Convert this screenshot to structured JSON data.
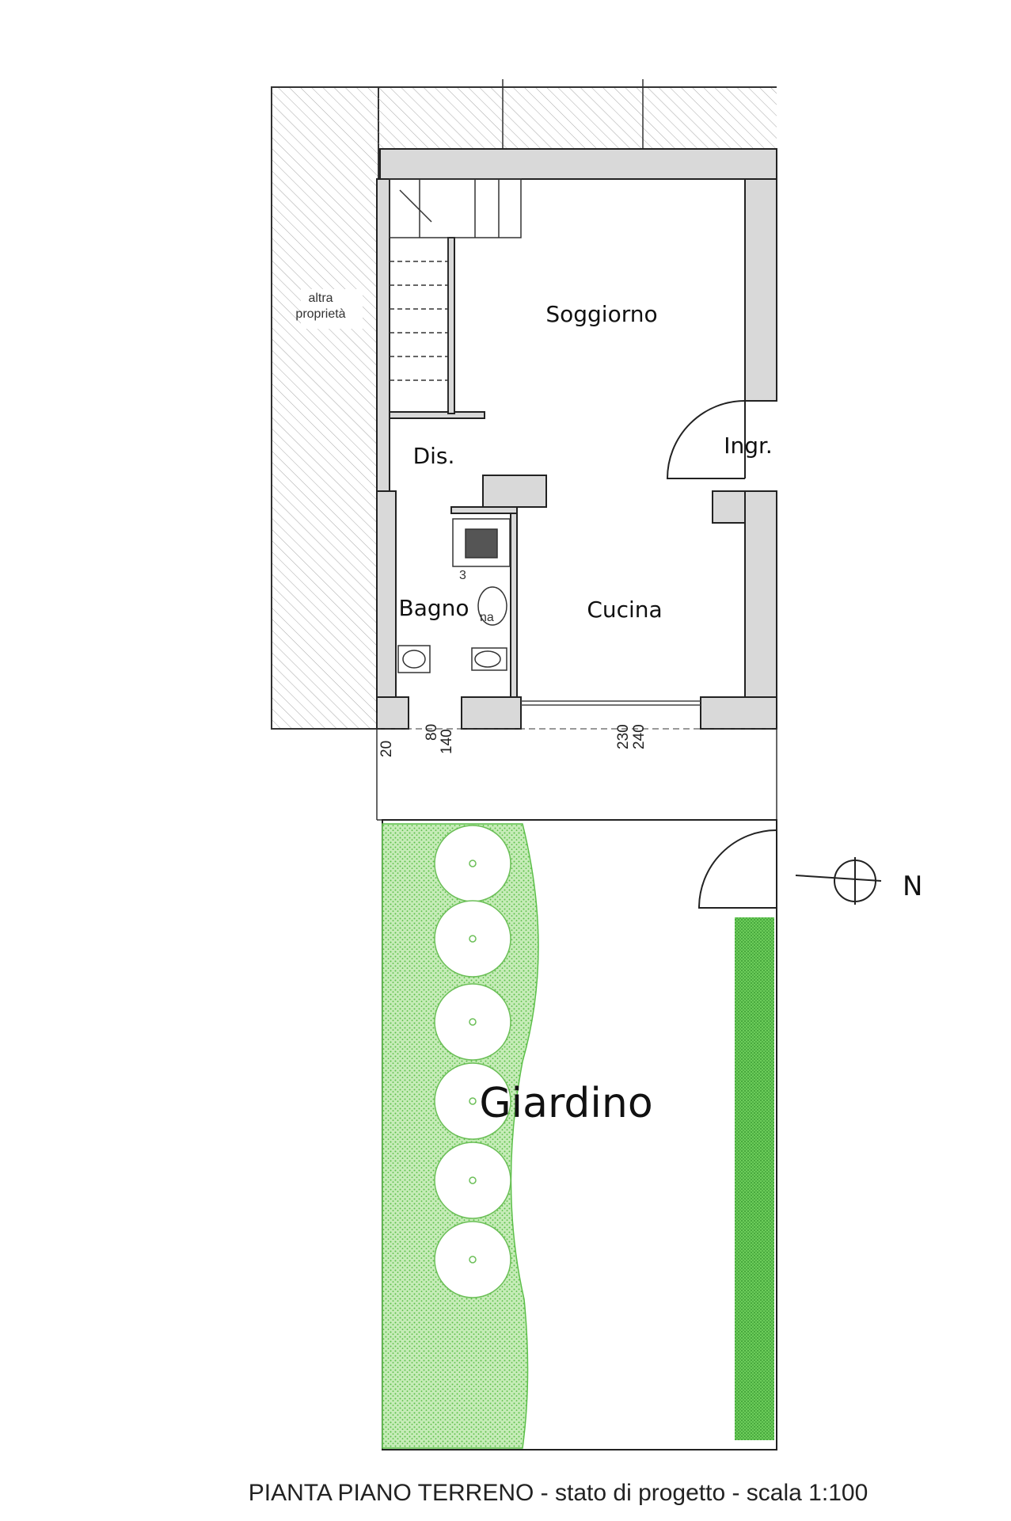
{
  "plan": {
    "title": "PIANTA PIANO TERRENO - stato di progetto - scala 1:100",
    "rooms": {
      "soggiorno": "Soggiorno",
      "ingresso": "Ingr.",
      "disimpegno": "Dis.",
      "bagno": "Bagno",
      "cucina": "Cucina",
      "giardino": "Giardino"
    },
    "neighbor": [
      "altra",
      "proprietà"
    ],
    "north_label": "N",
    "fixture_labels": {
      "shower_mark": "3",
      "sink_mark": "na"
    },
    "dimensions": [
      "20",
      "80",
      "140",
      "230",
      "240"
    ],
    "colors": {
      "wall_fill": "#d9d9d9",
      "wall_stroke": "#222222",
      "hatch": "#9a9a9a",
      "garden_green": "#7fd06a",
      "hedge_green": "#3fae3a",
      "tree_fill": "#ffffff",
      "tree_stroke": "#6cbf58"
    }
  }
}
